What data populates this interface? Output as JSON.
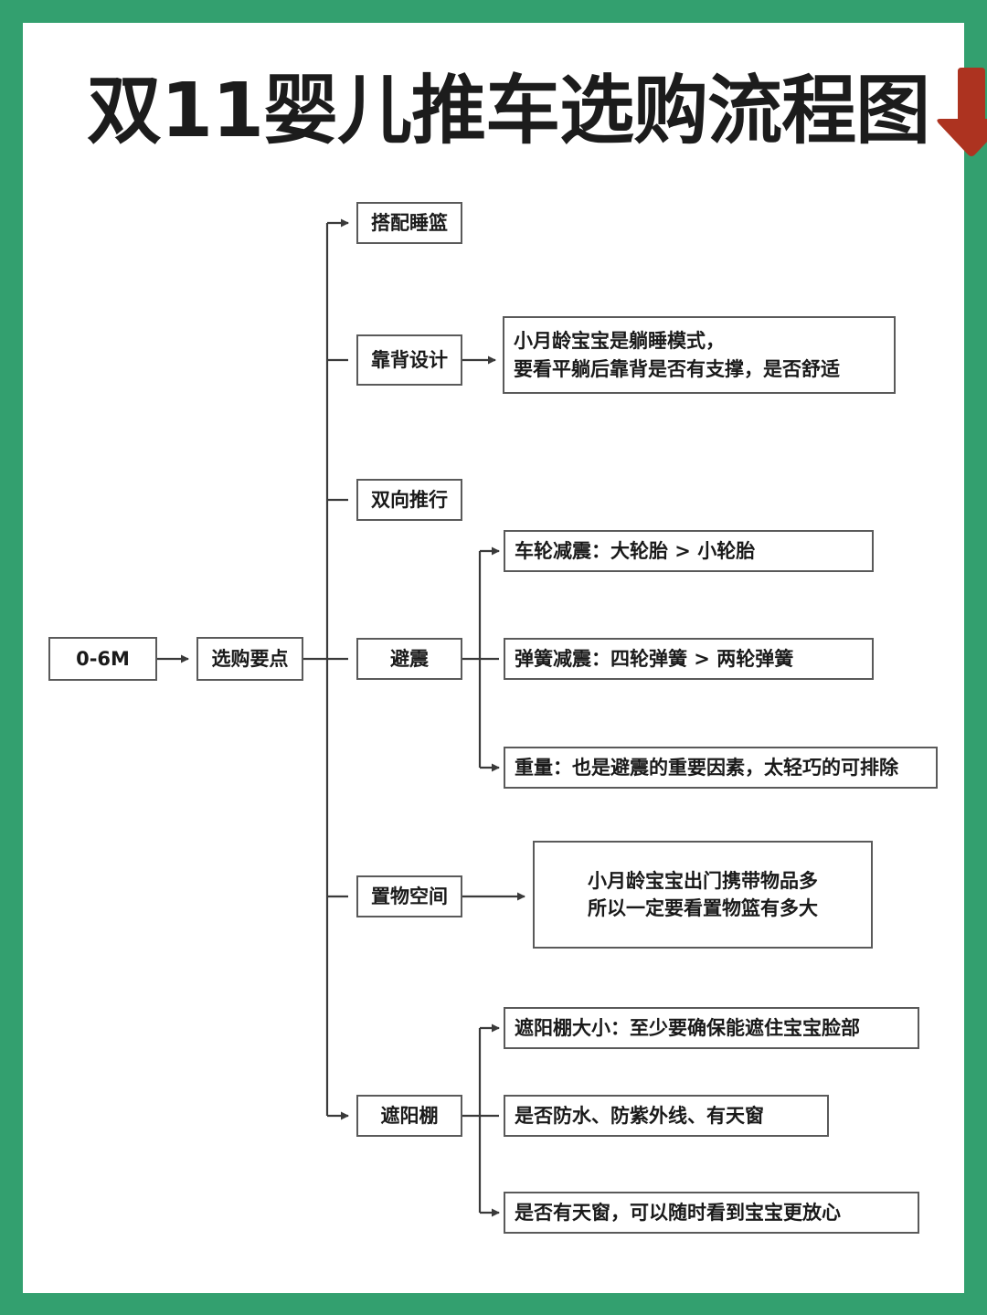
{
  "page": {
    "border_color": "#33a06f",
    "card_background": "#ffffff",
    "node_border_color": "#5a5a5a",
    "text_color": "#1a1a1a"
  },
  "header": {
    "title": "双11婴儿推车选购流程图",
    "arrow_icon": "down-arrow-icon",
    "arrow_color": "#ad3320"
  },
  "flow": {
    "root": "0-6M",
    "hub": "选购要点",
    "branches": [
      {
        "label": "搭配睡篮",
        "details": []
      },
      {
        "label": "靠背设计",
        "details": [
          "小月龄宝宝是躺睡模式，\n要看平躺后靠背是否有支撑，是否舒适"
        ]
      },
      {
        "label": "双向推行",
        "details": []
      },
      {
        "label": "避震",
        "details": [
          "车轮减震：大轮胎 > 小轮胎",
          "弹簧减震：四轮弹簧 > 两轮弹簧",
          "重量：也是避震的重要因素，太轻巧的可排除"
        ]
      },
      {
        "label": "置物空间",
        "details": [
          "小月龄宝宝出门携带物品多\n所以一定要看置物篮有多大"
        ]
      },
      {
        "label": "遮阳棚",
        "details": [
          "遮阳棚大小：至少要确保能遮住宝宝脸部",
          "是否防水、防紫外线、有天窗",
          "是否有天窗，可以随时看到宝宝更放心"
        ]
      }
    ]
  }
}
